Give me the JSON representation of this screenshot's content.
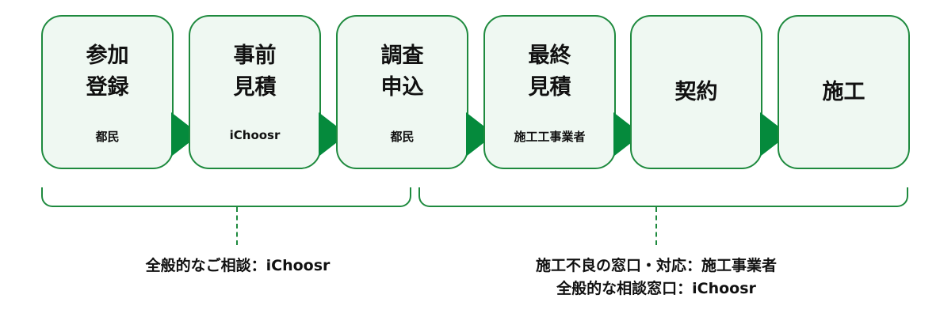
{
  "steps": [
    {
      "title": "参加\n登録",
      "sub": "都民"
    },
    {
      "title": "事前\n見積",
      "sub": "iChoosr"
    },
    {
      "title": "調査\n申込",
      "sub": "都民"
    },
    {
      "title": "最終\n見積",
      "sub": "施工工事業者"
    },
    {
      "title": "契約",
      "sub": ""
    },
    {
      "title": "施工",
      "sub": ""
    }
  ],
  "groups": [
    {
      "lines": [
        "全般的なご相談：iChoosr"
      ]
    },
    {
      "lines": [
        "施工不良の窓口・対応：施工事業者",
        "全般的な相談窓口：iChoosr"
      ]
    }
  ],
  "colors": {
    "accent": "#058a3c",
    "box_fill": "#eff8f2"
  }
}
